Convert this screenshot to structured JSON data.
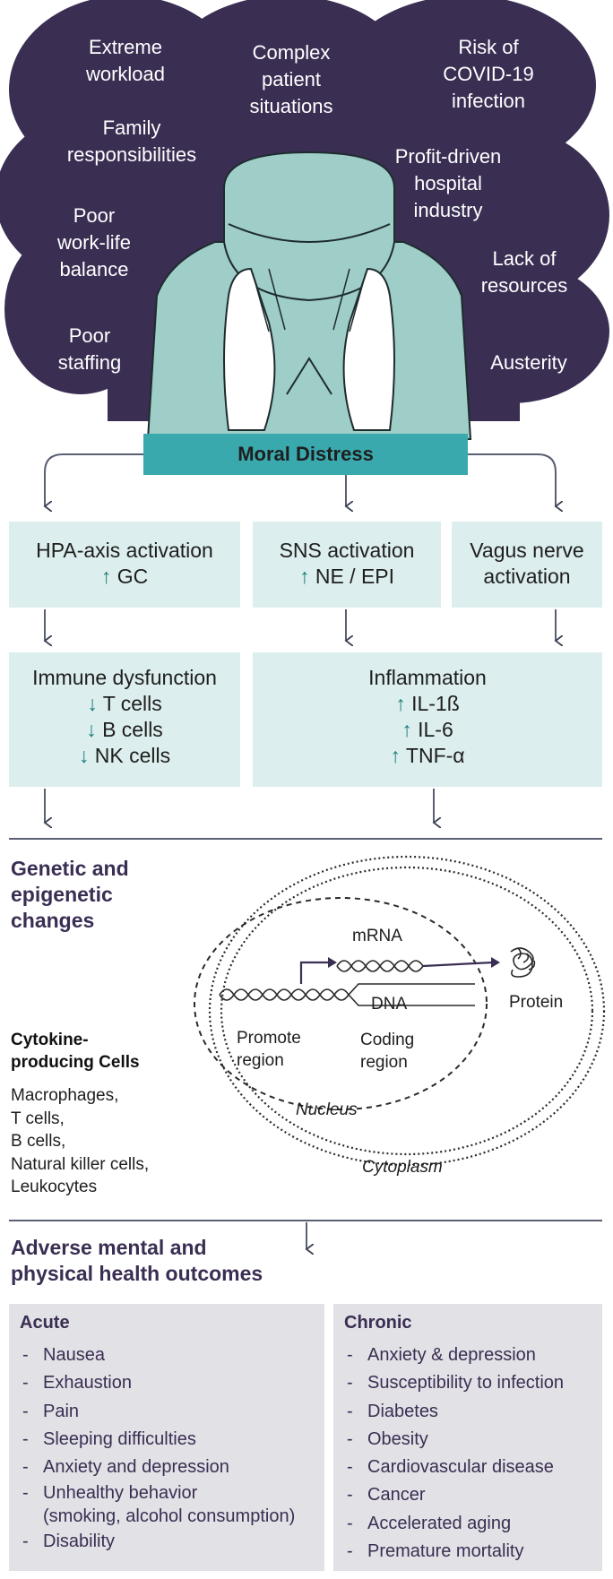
{
  "stressors": [
    "Extreme\nworkload",
    "Complex\npatient\nsituations",
    "Risk of\nCOVID-19\ninfection",
    "Family\nresponsibilities",
    "Profit-driven\nhospital\nindustry",
    "Poor\nwork-life\nbalance",
    "Lack of\nresources",
    "Poor\nstaffing",
    "Austerity"
  ],
  "moral_distress": "Moral Distress",
  "activation": {
    "hpa_title": "HPA-axis activation",
    "hpa_marker": "GC",
    "sns_title": "SNS activation",
    "sns_marker": "NE / EPI",
    "vagus_line1": "Vagus nerve",
    "vagus_line2": "activation"
  },
  "immune": {
    "title": "Immune dysfunction",
    "items": [
      "T cells",
      "B cells",
      "NK cells"
    ]
  },
  "inflammation": {
    "title": "Inflammation",
    "items": [
      "IL-1ß",
      "IL-6",
      "TNF-α"
    ]
  },
  "arrows": {
    "up": "↑",
    "down": "↓"
  },
  "genetic": {
    "heading_line1": "Genetic and",
    "heading_line2": "epigenetic",
    "heading_line3": "changes",
    "cytokine_line1": "Cytokine-",
    "cytokine_line2": "producing Cells",
    "cells": [
      "Macrophages,",
      "T cells,",
      "B cells,",
      "Natural killer cells,",
      "Leukocytes"
    ],
    "mrna": "mRNA",
    "dna": "DNA",
    "protein": "Protein",
    "promote_line1": "Promote",
    "promote_line2": "region",
    "coding_line1": "Coding",
    "coding_line2": "region",
    "nucleus": "Nucleus",
    "cytoplasm": "Cytoplasm"
  },
  "outcomes": {
    "heading_line1": "Adverse mental and",
    "heading_line2": "physical health outcomes",
    "acute_title": "Acute",
    "acute": [
      "Nausea",
      "Exhaustion",
      "Pain",
      "Sleeping difficulties",
      "Anxiety and depression",
      "Unhealthy behavior",
      "(smoking, alcohol consumption)",
      "Disability"
    ],
    "chronic_title": "Chronic",
    "chronic": [
      "Anxiety & depression",
      "Susceptibility to infection",
      "Diabetes",
      "Obesity",
      "Cardiovascular disease",
      "Cancer",
      "Accelerated aging",
      "Premature mortality"
    ]
  },
  "colors": {
    "cloud": "#3a2e53",
    "teal_bar": "#3aa9ad",
    "box": "#dceeed",
    "figure": "#9fcdc7",
    "panel": "#e2e1e5",
    "arrow_up": "#1c7f7d"
  }
}
